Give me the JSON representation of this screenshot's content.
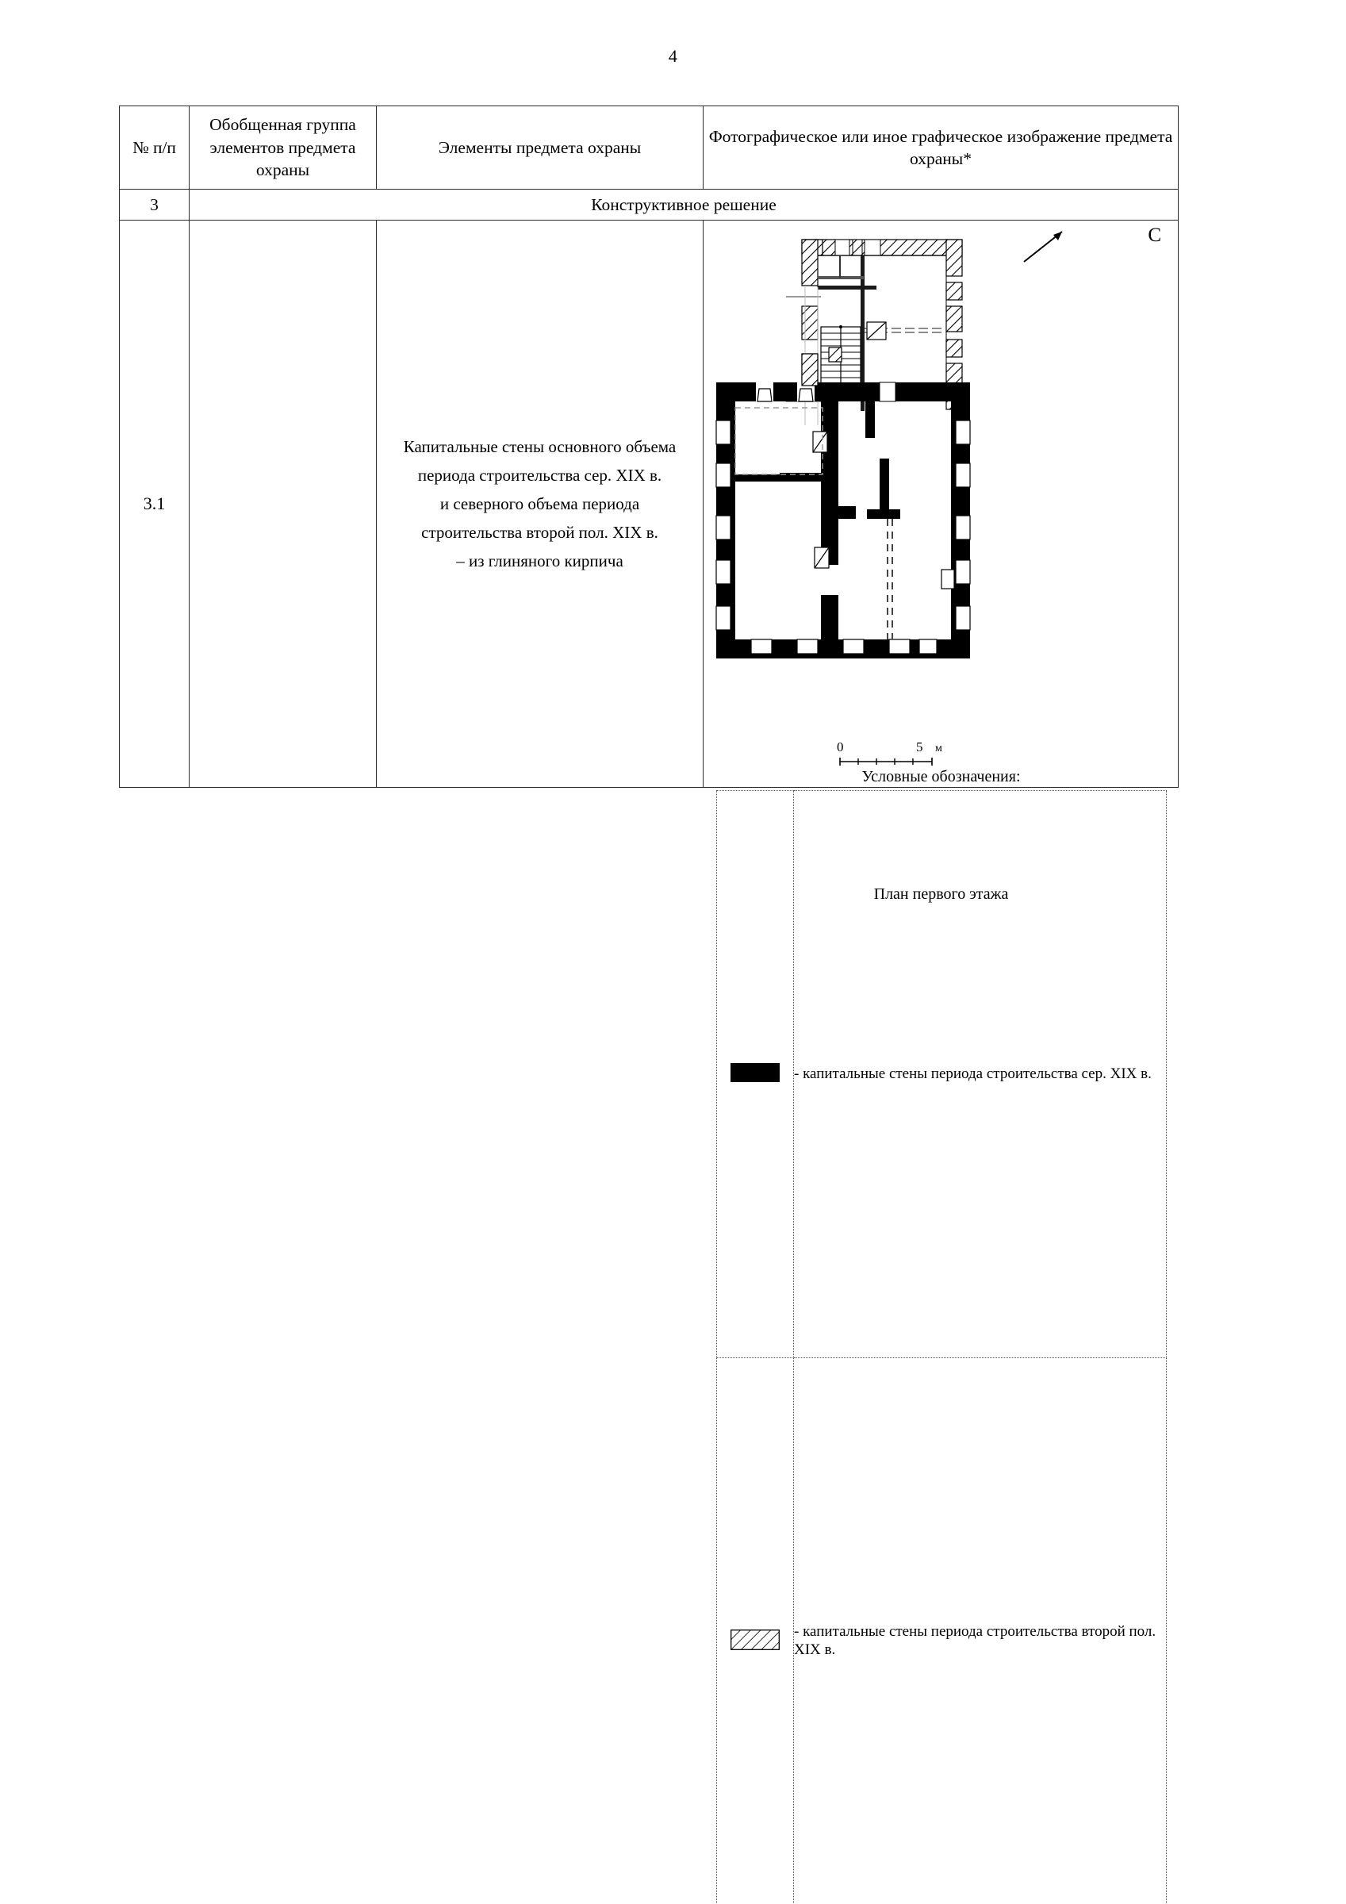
{
  "page": {
    "number": "4"
  },
  "table": {
    "headers": {
      "col1": "№ п/п",
      "col2": "Обобщенная группа элементов предмета охраны",
      "col3": "Элементы предмета охраны",
      "col4": "Фотографическое или иное графическое изображение предмета охраны*"
    },
    "section_row": {
      "number": "3",
      "title": "Конструктивное решение"
    },
    "item_row": {
      "number": "3.1",
      "group": "",
      "element_lines": [
        "Капитальные стены основного объема",
        "периода строительства сер. XIX в.",
        "и северного объема периода",
        "строительства второй пол. XIX в.",
        "– из глиняного кирпича"
      ]
    }
  },
  "graphic": {
    "north_label": "С",
    "scale": {
      "start": "0",
      "end": "5",
      "unit": "м"
    },
    "legend": {
      "title": "Условные обозначения:",
      "rows": [
        {
          "symbol": "solid-black-fill-swatch",
          "text": "- капитальные стены периода строительства сер. XIX в."
        },
        {
          "symbol": "diagonal-hatch-swatch",
          "text": "- капитальные стены периода строительства второй пол. XIX в."
        }
      ]
    },
    "caption": "План первого этажа"
  }
}
